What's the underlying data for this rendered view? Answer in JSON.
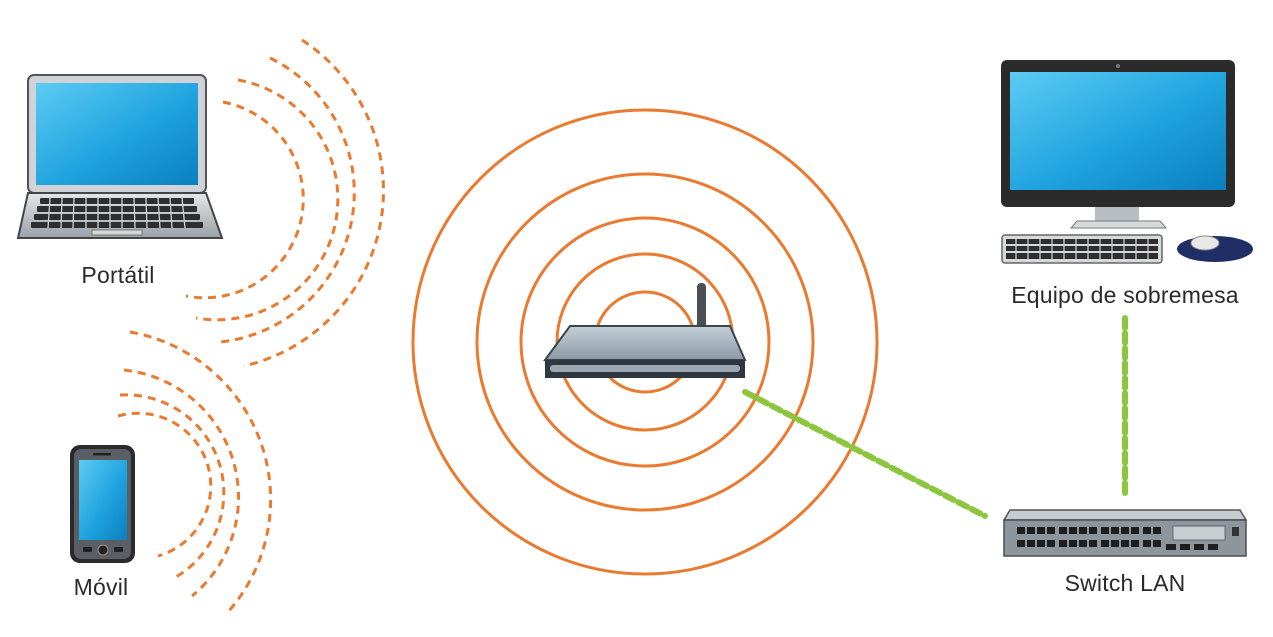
{
  "labels": {
    "laptop": "Portátil",
    "phone": "Móvil",
    "desktop": "Equipo de sobremesa",
    "switch": "Switch LAN"
  },
  "colors": {
    "wifi": "#ea7a2f",
    "wired": "#8cc63f",
    "screen": "#27a9e1",
    "device_body": "#c9cdd2",
    "dark": "#2b2b2b",
    "text": "#2a2a2a"
  },
  "icons": {
    "laptop": "laptop-icon",
    "phone": "smartphone-icon",
    "desktop": "desktop-computer-icon",
    "router": "wifi-router-icon",
    "switch": "network-switch-icon"
  }
}
